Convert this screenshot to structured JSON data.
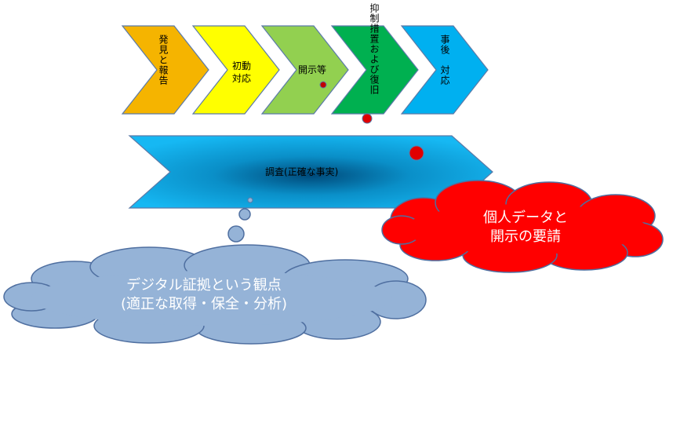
{
  "steps": [
    {
      "label": "発見と報告",
      "color": "#f5b400"
    },
    {
      "label": "初動対応",
      "color": "#ffff00"
    },
    {
      "label": "開示等",
      "color": "#92d050"
    },
    {
      "label": "抑制措置および復旧",
      "color": "#00b050"
    },
    {
      "label": "事後　対応",
      "color": "#00b0f0"
    }
  ],
  "investigation": {
    "label": "調査(正確な事実)"
  },
  "cloud_red": {
    "line1": "個人データと",
    "line2": "開示の要請",
    "color": "#ff0000"
  },
  "cloud_blue": {
    "line1": "デジタル証拠という観点",
    "line2": "(適正な取得・保全・分析)",
    "color": "#95b3d7"
  }
}
